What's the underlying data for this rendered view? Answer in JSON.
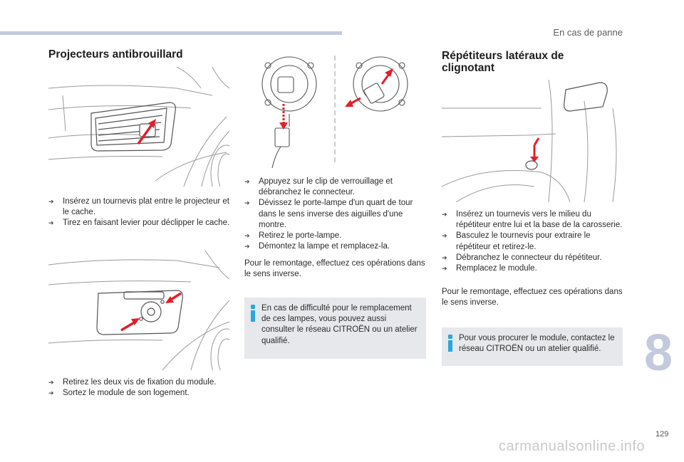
{
  "header": {
    "section_title": "En cas de panne"
  },
  "left": {
    "title": "Projecteurs antibrouillard",
    "steps1": [
      "Insérez un tournevis plat entre le projecteur et le cache.",
      "Tirez en faisant levier pour déclipper le cache."
    ],
    "steps2": [
      "Retirez les deux vis de fixation du module.",
      "Sortez le module de son logement."
    ]
  },
  "middle": {
    "steps": [
      "Appuyez sur le clip de verrouillage et débranchez le connecteur.",
      "Dévissez le porte-lampe d'un quart de tour dans le sens inverse des aiguilles d'une montre.",
      "Retirez le porte-lampe.",
      "Démontez la lampe et remplacez-la."
    ],
    "reassembly": "Pour le remontage, effectuez ces opérations dans le sens inverse.",
    "info": "En cas de difficulté pour le remplacement de ces lampes, vous pouvez aussi consulter le réseau CITROËN ou un atelier qualifié."
  },
  "right": {
    "title_line1": "Répétiteurs latéraux de",
    "title_line2": "clignotant",
    "steps": [
      "Insérez un tournevis vers le milieu du répétiteur entre lui et la base de la carosserie.",
      "Basculez le tournevis pour extraire le répétiteur et retirez-le.",
      "Débranchez le connecteur du répétiteur.",
      "Remplacez le module."
    ],
    "reassembly": "Pour le remontage, effectuez ces opérations dans le sens inverse.",
    "info": "Pour vous procurer le module, contactez le réseau CITROËN ou un atelier qualifié."
  },
  "chapter_number": "8",
  "page_number": "129",
  "watermark": "carmanualsonline.info",
  "colors": {
    "accent_bar": "#c4c9dc",
    "arrow_red": "#e0202a",
    "info_bg": "#e6e8eb",
    "info_icon": "#2aa6df"
  }
}
